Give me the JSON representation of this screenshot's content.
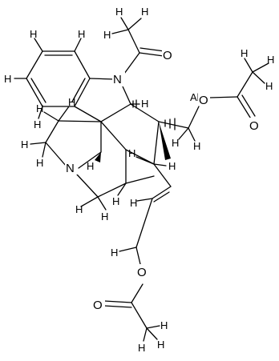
{
  "structure": {
    "atoms": {
      "nitrogen_indoline": "N",
      "nitrogen_amine": "N",
      "oxygen_acetyl_carbonyl": "O",
      "oxygen_upper_ester": "O",
      "oxygen_upper_carbonyl": "O",
      "oxygen_lower_ester": "O",
      "oxygen_lower_carbonyl": "O",
      "abs_label": "Abs",
      "hydrogen": "H"
    }
  }
}
